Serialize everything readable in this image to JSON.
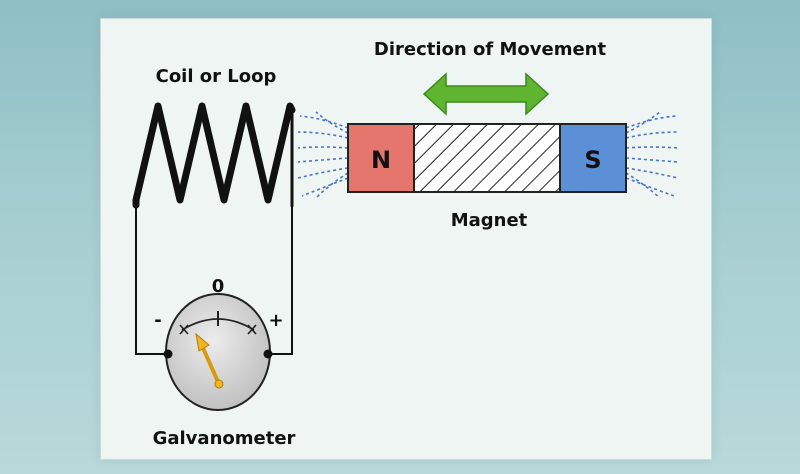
{
  "labels": {
    "coil": "Coil or Loop",
    "direction": "Direction of Movement",
    "magnet": "Magnet",
    "galvanometer": "Galvanometer",
    "zero": "0",
    "minus": "-",
    "plus": "+",
    "north": "N",
    "south": "S"
  },
  "colors": {
    "north_pole": "#e4766e",
    "south_pole": "#5b8fd6",
    "arrow": "#5fb52f",
    "needle": "#f2b51c",
    "field_lines": "#4a74c9",
    "gauge_face": "#d6d6d6"
  },
  "icons": {
    "direction_arrow": "double-headed-arrow-icon",
    "field_lines": "magnetic-field-lines"
  }
}
